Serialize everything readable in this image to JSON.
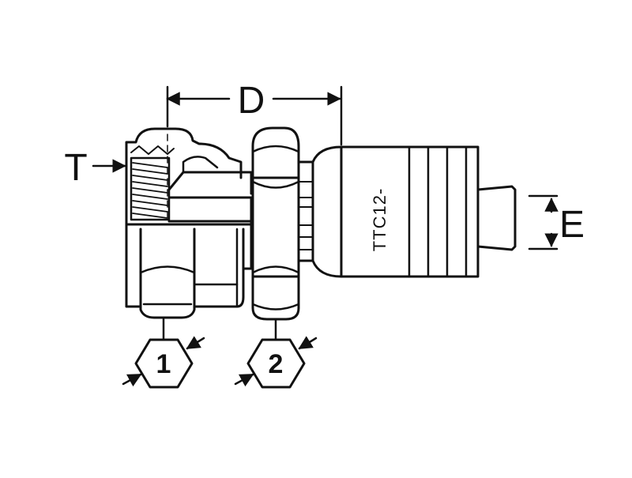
{
  "labels": {
    "dim_d": "D",
    "dim_t": "T",
    "dim_e": "E",
    "hex_1": "1",
    "hex_2": "2",
    "part_number": "TTC12-"
  },
  "colors": {
    "stroke": "#111111",
    "background": "#ffffff"
  }
}
